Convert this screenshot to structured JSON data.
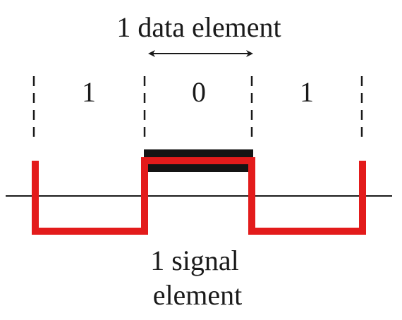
{
  "diagram": {
    "data_element_label": "1 data element",
    "bits": [
      "1",
      "0",
      "1"
    ],
    "signal_element_label_line1": "1 signal",
    "signal_element_label_line2": "element",
    "colors": {
      "signal": "#e31b1b",
      "axis": "#1a1a1a",
      "highlight": "#141414",
      "dashes": "#1a1a1a"
    }
  }
}
